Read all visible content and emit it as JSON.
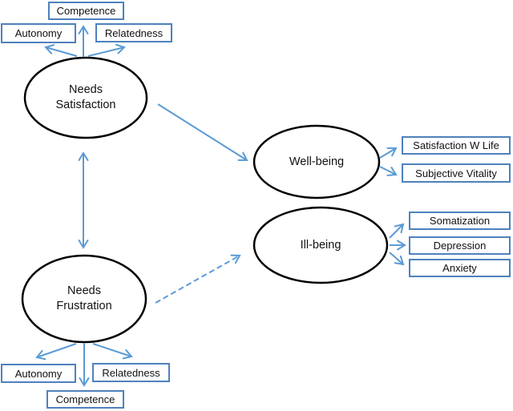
{
  "diagram": {
    "type": "path-model",
    "description": "Basic psychological needs model linking needs satisfaction/frustration to well-being and ill-being",
    "colors": {
      "box_border": "#4f81bd",
      "arrow_color": "#5b9bd5",
      "ellipse_border": "#000000",
      "bg": "#ffffff",
      "text_color": "#111111"
    },
    "ellipses": [
      {
        "id": "needs-satisfaction",
        "label": "Needs Satisfaction",
        "line1": "Needs",
        "line2": "Satisfaction"
      },
      {
        "id": "well-being",
        "label": "Well-being"
      },
      {
        "id": "ill-being",
        "label": "Ill-being"
      },
      {
        "id": "needs-frustration",
        "label": "Needs Frustration",
        "line1": "Needs",
        "line2": "Frustration"
      }
    ],
    "boxes": [
      {
        "id": "competence-top",
        "label": "Competence"
      },
      {
        "id": "autonomy-top",
        "label": "Autonomy"
      },
      {
        "id": "relatedness-top",
        "label": "Relatedness"
      },
      {
        "id": "satisfaction-w-life",
        "label": "Satisfaction W Life"
      },
      {
        "id": "subjective-vitality",
        "label": "Subjective Vitality"
      },
      {
        "id": "somatization",
        "label": "Somatization"
      },
      {
        "id": "depression",
        "label": "Depression"
      },
      {
        "id": "anxiety",
        "label": "Anxiety"
      },
      {
        "id": "autonomy-bottom",
        "label": "Autonomy"
      },
      {
        "id": "relatedness-bottom",
        "label": "Relatedness"
      },
      {
        "id": "competence-bottom",
        "label": "Competence"
      }
    ],
    "edges": [
      {
        "from": "needs-satisfaction",
        "to": "competence-top",
        "style": "solid",
        "arrow": "single"
      },
      {
        "from": "needs-satisfaction",
        "to": "autonomy-top",
        "style": "solid",
        "arrow": "single"
      },
      {
        "from": "needs-satisfaction",
        "to": "relatedness-top",
        "style": "solid",
        "arrow": "single"
      },
      {
        "from": "needs-satisfaction",
        "to": "needs-frustration",
        "style": "solid",
        "arrow": "double"
      },
      {
        "from": "needs-satisfaction",
        "to": "well-being",
        "style": "solid",
        "arrow": "single"
      },
      {
        "from": "needs-frustration",
        "to": "ill-being",
        "style": "dashed",
        "arrow": "single"
      },
      {
        "from": "well-being",
        "to": "satisfaction-w-life",
        "style": "solid",
        "arrow": "single"
      },
      {
        "from": "well-being",
        "to": "subjective-vitality",
        "style": "solid",
        "arrow": "single"
      },
      {
        "from": "ill-being",
        "to": "somatization",
        "style": "solid",
        "arrow": "single"
      },
      {
        "from": "ill-being",
        "to": "depression",
        "style": "solid",
        "arrow": "single"
      },
      {
        "from": "ill-being",
        "to": "anxiety",
        "style": "solid",
        "arrow": "single"
      },
      {
        "from": "needs-frustration",
        "to": "autonomy-bottom",
        "style": "solid",
        "arrow": "single"
      },
      {
        "from": "needs-frustration",
        "to": "competence-bottom",
        "style": "solid",
        "arrow": "single"
      },
      {
        "from": "needs-frustration",
        "to": "relatedness-bottom",
        "style": "solid",
        "arrow": "single"
      }
    ]
  }
}
